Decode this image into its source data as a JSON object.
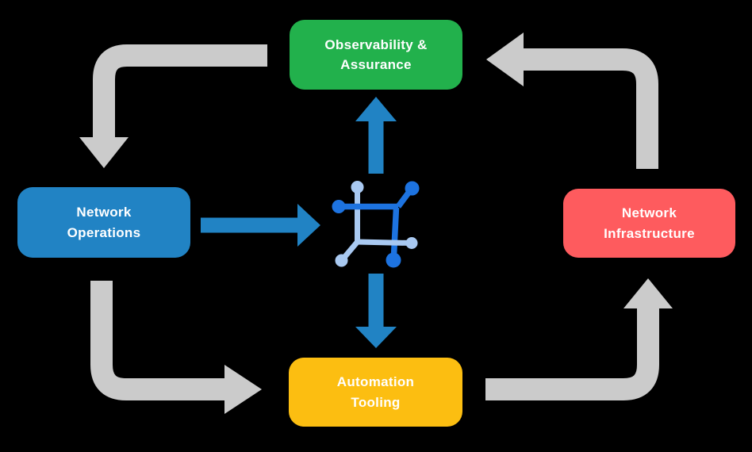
{
  "diagram": {
    "background": "#000000",
    "nodes": {
      "observability": {
        "label": "Observability &\nAssurance",
        "color": "#22b14c",
        "text_color": "#ffffff"
      },
      "operations": {
        "label": "Network\nOperations",
        "color": "#2183c4",
        "text_color": "#ffffff"
      },
      "infrastructure": {
        "label": "Network\nInfrastructure",
        "color": "#fe5b5e",
        "text_color": "#ffffff"
      },
      "automation": {
        "label": "Automation\nTooling",
        "color": "#fcbe11",
        "text_color": "#ffffff"
      }
    },
    "center_icon": {
      "name": "network-nodes-icon",
      "dark_blue": "#1d73e0",
      "light_blue": "#a9c9f1"
    },
    "cycle_arrows": {
      "color": "#cbcbcb",
      "links": [
        {
          "from": "Observability & Assurance",
          "to": "Network Operations"
        },
        {
          "from": "Network Operations",
          "to": "Automation Tooling"
        },
        {
          "from": "Automation Tooling",
          "to": "Network Infrastructure"
        },
        {
          "from": "Network Infrastructure",
          "to": "Observability & Assurance"
        }
      ]
    },
    "center_arrows": {
      "color": "#2183c4",
      "links": [
        {
          "from": "Network Operations",
          "to": "center-icon"
        },
        {
          "from": "center-icon",
          "to": "Observability & Assurance"
        },
        {
          "from": "center-icon",
          "to": "Automation Tooling"
        }
      ]
    }
  }
}
